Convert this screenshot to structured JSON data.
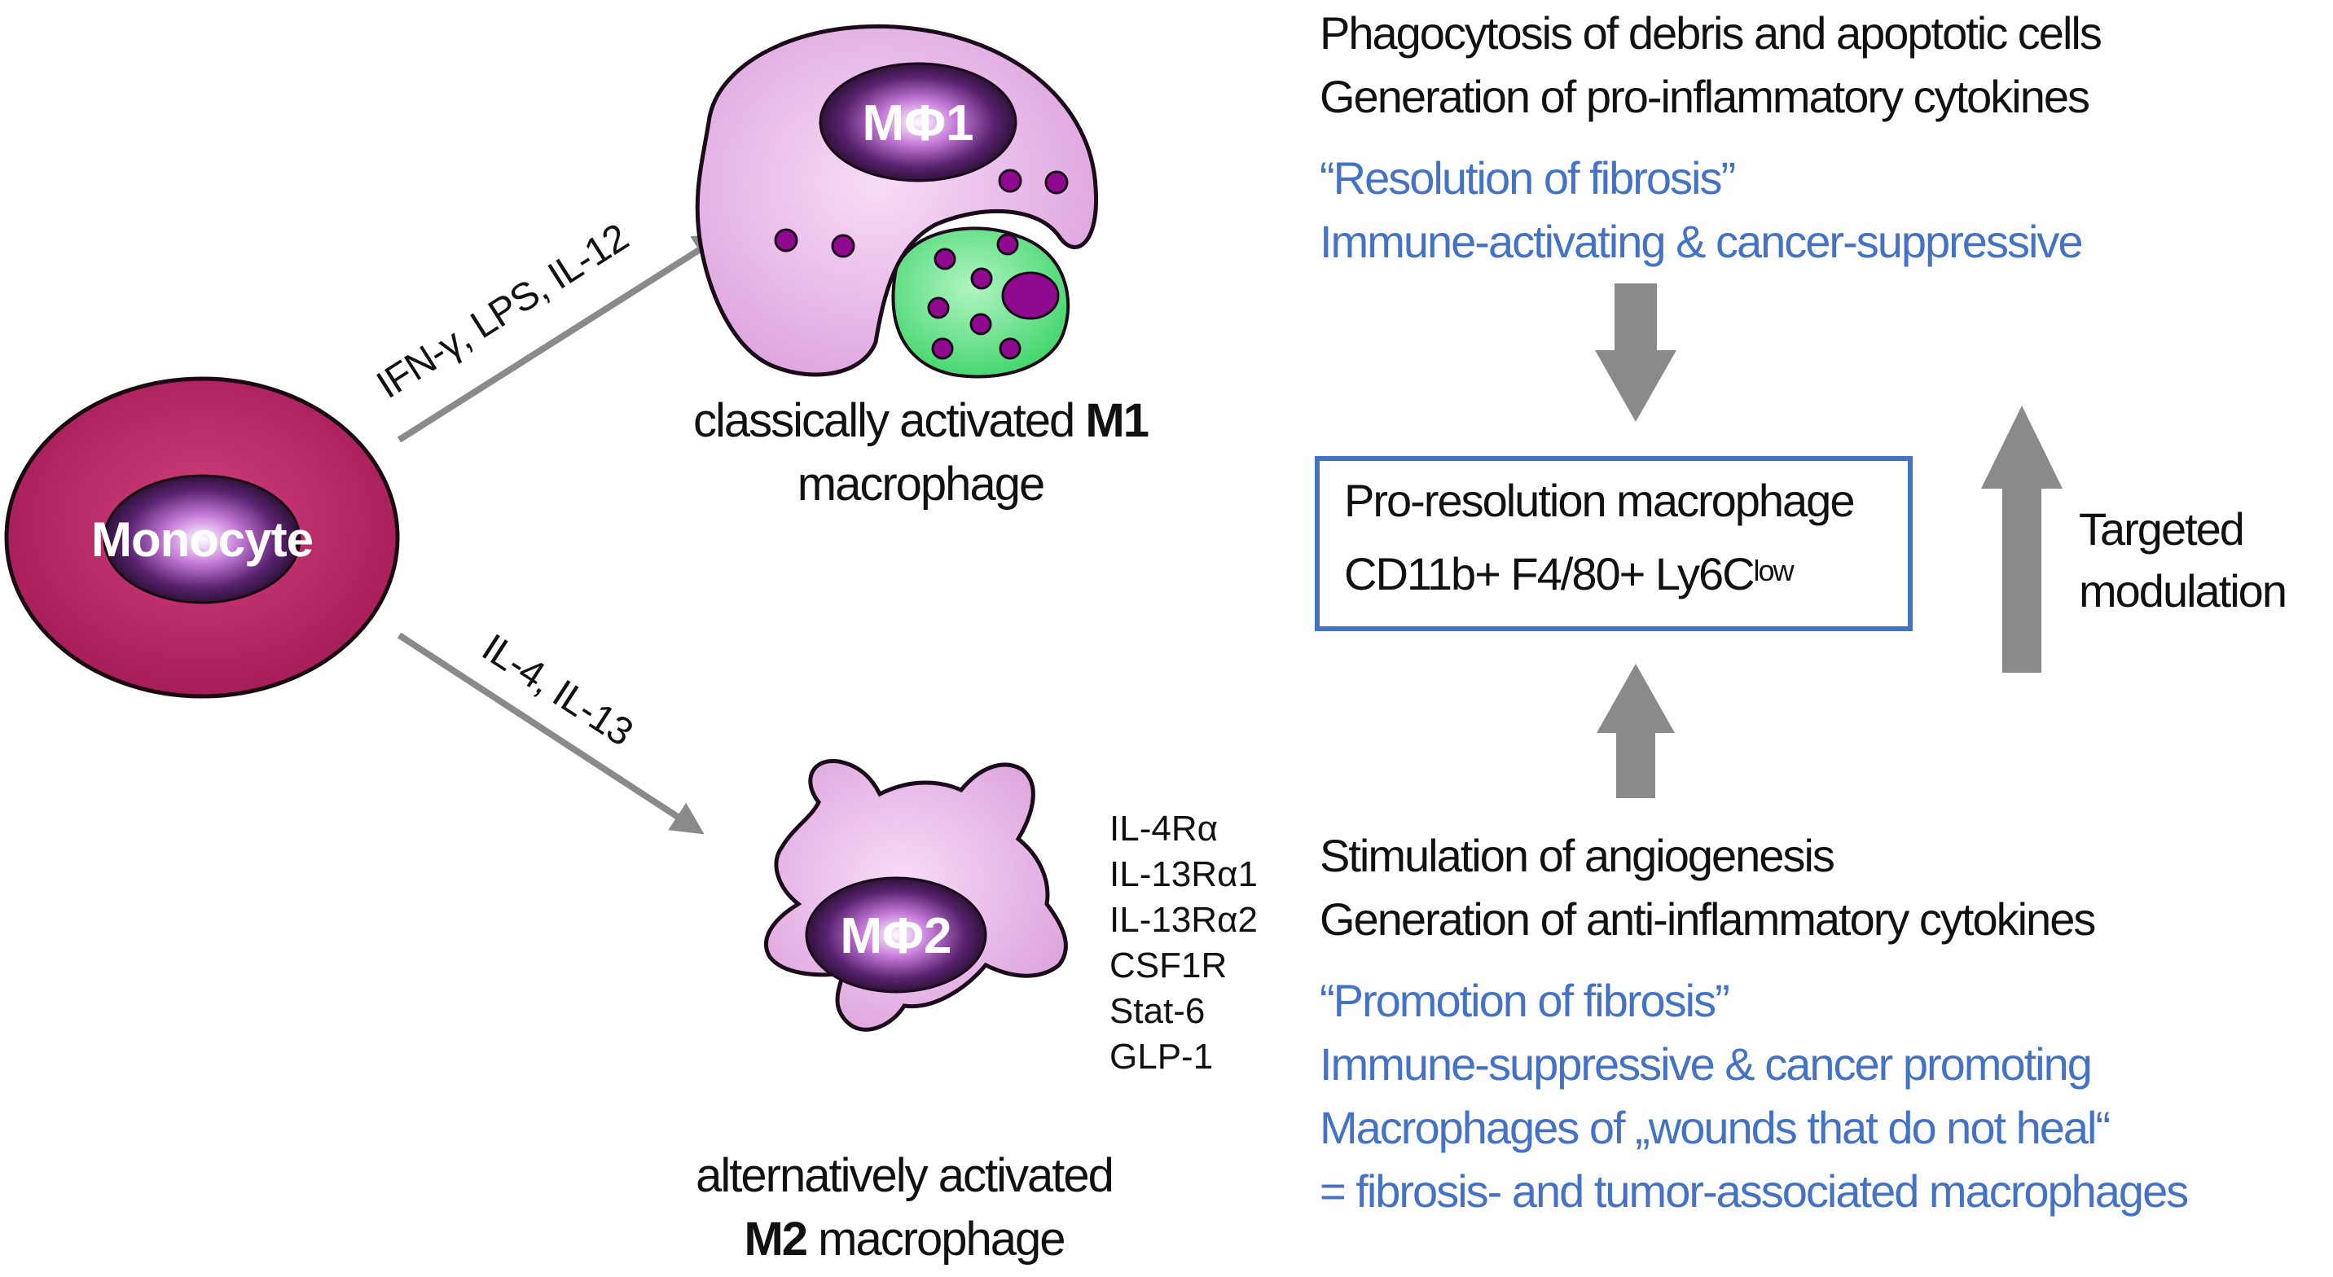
{
  "monocyte": {
    "label": "Monocyte"
  },
  "m1": {
    "nucleus_label": "MΦ1",
    "inducers": "IFN-γ, LPS, IL-12",
    "caption_line1_prefix": "classically activated ",
    "caption_line1_bold": "M1",
    "caption_line2": "macrophage",
    "functions": [
      "Phagocytosis of debris and apoptotic cells",
      "Generation of pro-inflammatory cytokines"
    ],
    "roles": [
      "“Resolution of fibrosis”",
      "Immune-activating & cancer-suppressive"
    ]
  },
  "m2": {
    "nucleus_label": "MΦ2",
    "inducers": "IL-4, IL-13",
    "caption_line1": "alternatively activated",
    "caption_line2_bold": "M2",
    "caption_line2_suffix": " macrophage",
    "markers": [
      "IL-4Rα",
      "IL-13Rα1",
      "IL-13Rα2",
      "CSF1R",
      "Stat-6",
      "GLP-1"
    ],
    "functions": [
      "Stimulation of angiogenesis",
      "Generation of anti-inflammatory cytokines"
    ],
    "roles": [
      "“Promotion of fibrosis”",
      "Immune-suppressive & cancer promoting",
      "Macrophages of „wounds that do not heal“",
      "= fibrosis- and tumor-associated macrophages"
    ]
  },
  "pro_resolution": {
    "title": "Pro-resolution macrophage",
    "markers_main": "CD11b+ F4/80+ Ly6C",
    "markers_sup": "low"
  },
  "targeted_modulation": [
    "Targeted",
    "modulation"
  ],
  "colors": {
    "monocyte": "#b5225f",
    "macrophage": "#e4a8e4",
    "nucleus_dark": "#2a0f33",
    "vesicle": "#8f0a8f",
    "engulfed": "#56e07e",
    "arrow": "#8a8a8a",
    "blue_text": "#4472c4",
    "box_border": "#4472c4"
  }
}
